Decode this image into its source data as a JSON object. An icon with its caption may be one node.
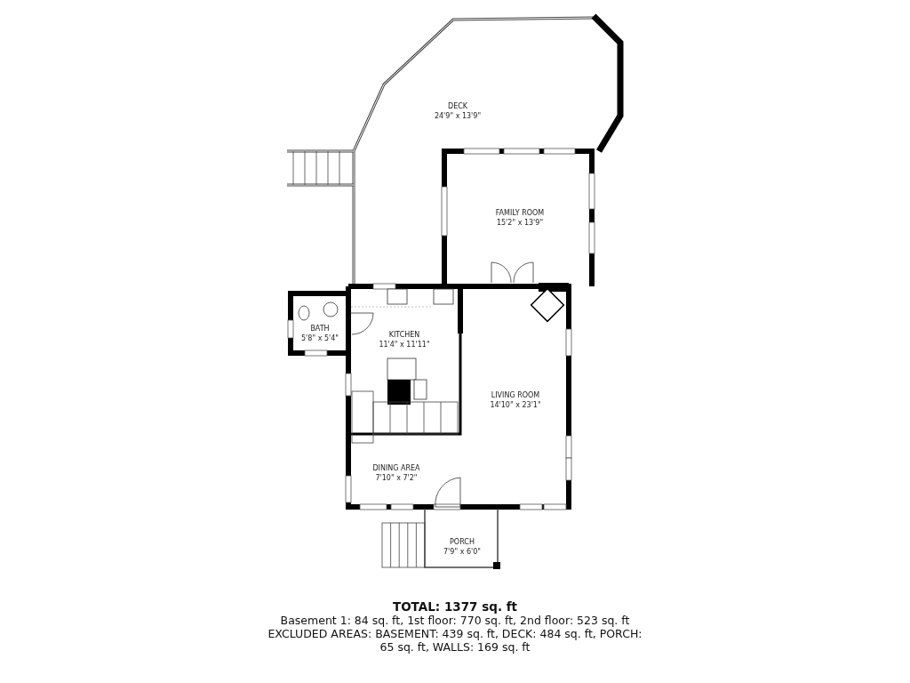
{
  "diagram": {
    "nodes": [
      {
        "text": [
          "DECK",
          "24'9\" x 13'9\""
        ]
      },
      {
        "text": [
          "FAMILY ROOM",
          "15'2\" x 13'9\""
        ]
      },
      {
        "text": [
          "BATH",
          "5'8\" x 5'4\""
        ]
      },
      {
        "text": [
          "KITCHEN",
          "11'4\" x 11'11\""
        ]
      },
      {
        "text": [
          "LIVING ROOM",
          "14'10\" x 23'1\""
        ]
      },
      {
        "text": [
          "DINING AREA",
          "7'10\" x 7'2\""
        ]
      },
      {
        "text": [
          "PORCH",
          "7'9\" x 6'0\""
        ]
      }
    ],
    "labels": [
      "TOTAL: 1377 sq. ft",
      "Basement 1: 84 sq. ft, 1st floor: 770 sq. ft, 2nd floor: 523 sq. ft",
      "EXCLUDED AREAS: BASEMENT: 439 sq. ft, DECK: 484 sq. ft, PORCH: 65 sq. ft, WALLS: 169 sq. ft"
    ]
  }
}
